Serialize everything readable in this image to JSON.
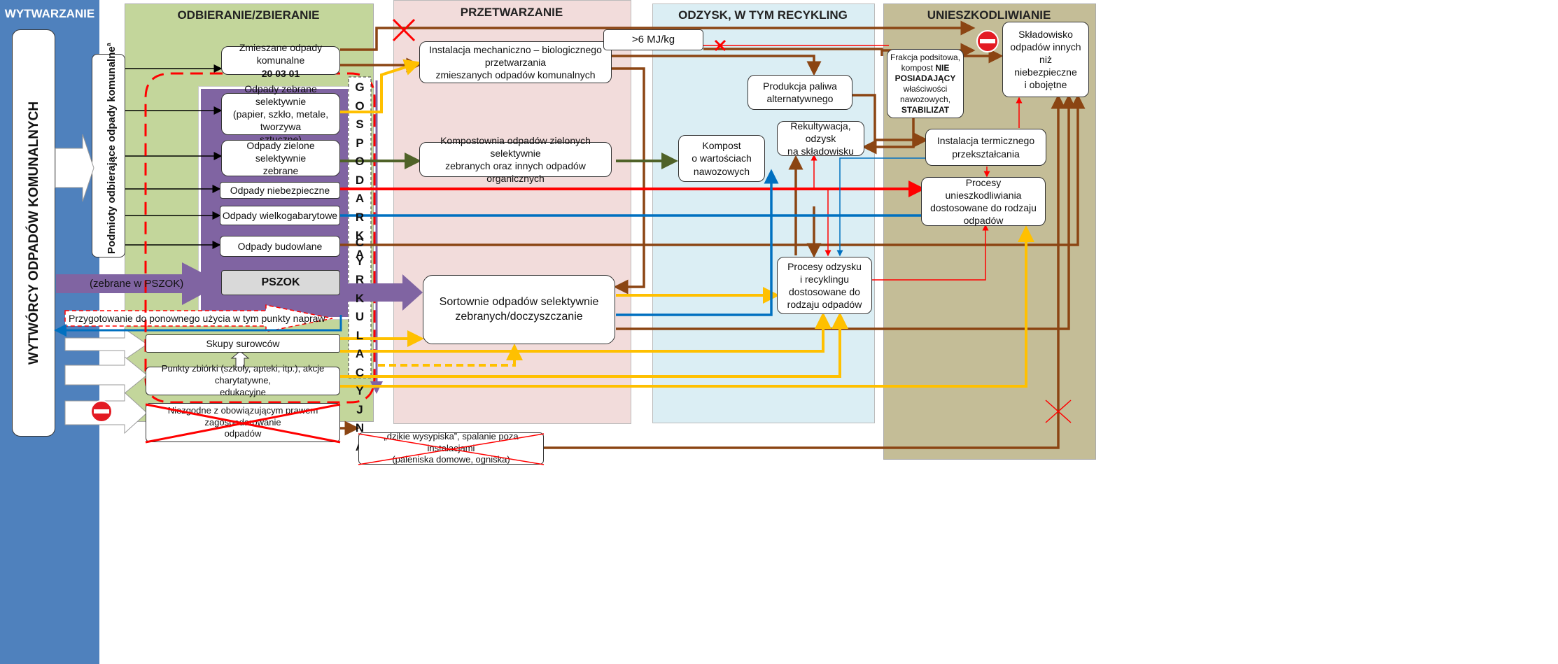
{
  "columns": {
    "wytwarzanie": "WYTWARZANIE",
    "odbieranie": "ODBIERANIE/ZBIERANIE",
    "przetwarzanie": "PRZETWARZANIE",
    "odzysk": "ODZYSK, W TYM RECYKLING",
    "unieszkodliwianie": "UNIESZKODLIWIANIE"
  },
  "producers_label": "WYTWÓRCY ODPADÓW KOMUNALNYCH",
  "collectors_label": "Podmioty odbierające odpady komunalne",
  "collectors_superscript": "a",
  "collection": {
    "mixed": "Zmieszane odpady komunalne",
    "mixed_code": "20 03 01",
    "selective": "Odpady zebrane selektywnie\n(papier, szkło, metale, tworzywa\nsztuczne)",
    "green": "Odpady zielone selektywnie\nzebrane",
    "hazardous": "Odpady niebezpieczne",
    "bulky": "Odpady wielkogabarytowe",
    "construction": "Odpady budowlane",
    "pszok": "PSZOK",
    "pszok_arrow": "(zebrane w PSZOK)",
    "reuse": "Przygotowanie do ponownego użycia w tym punkty napraw",
    "scrap": "Skupy surowców",
    "points": "Punkty zbiórki (szkoły, apteki, itp.), akcje charytatywne,\nedukacyjne",
    "illegal": "Niezgodne z obowiązującym prawem zagospodarowanie\nodpadów"
  },
  "circular_economy": {
    "word1": [
      "G",
      "O",
      "S",
      "P",
      "O",
      "D",
      "A",
      "R",
      "K",
      "A"
    ],
    "word2": [
      "C",
      "Y",
      "R",
      "K",
      "U",
      "L",
      "A",
      "C",
      "Y",
      "J",
      "N",
      "A"
    ]
  },
  "processing": {
    "mbt": "Instalacja mechaniczno – biologicznego przetwarzania\nzmieszanych odpadów komunalnych",
    "composting": "Kompostownia odpadów zielonych selektywnie\nzebranych oraz innych odpadów organicznych",
    "sorting": "Sortownie odpadów selektywnie\nzebranych/doczyszczanie",
    "mj_label": ">6 MJ/kg",
    "wild_dumps": "„dzikie wysypiska”, spalanie poza instalacjami\n(paleniska domowe, ogniska)"
  },
  "recovery": {
    "fuel": "Produkcja paliwa\nalternatywnego",
    "compost": "Kompost\no wartościach\nnawozowych",
    "reclamation": "Rekultywacja, odzysk\nna składowisku",
    "recycling": "Procesy odzysku\ni recyklingu\ndostosowane do\nrodzaju odpadów"
  },
  "disposal": {
    "landfill": "Składowisko\nodpadów innych niż\nniebezpieczne\ni obojętne",
    "fraction_parts": [
      "Frakcja podsitowa,\nkompost ",
      "NIE\nPOSIADAJĄCY",
      "\nwłaściwości\nnawozowych,\n",
      "STABILIZAT"
    ],
    "thermal": "Instalacja termicznego\nprzekształcania",
    "processes": "Procesy unieszkodliwiania\ndostosowane do rodzaju odpadów"
  },
  "colors": {
    "blue_col": "#4f81bd",
    "green_col": "#c3d69b",
    "pink_col": "#f2dcdb",
    "lightblue_col": "#dbeef4",
    "tan_col": "#c4bd97",
    "purple": "#8064a2",
    "brown": "#8b4513",
    "yellow": "#ffc000",
    "red": "#ff0000",
    "blue_line": "#0070c0",
    "darkgreen": "#4f6228",
    "dashed_red": "#ff0000"
  }
}
